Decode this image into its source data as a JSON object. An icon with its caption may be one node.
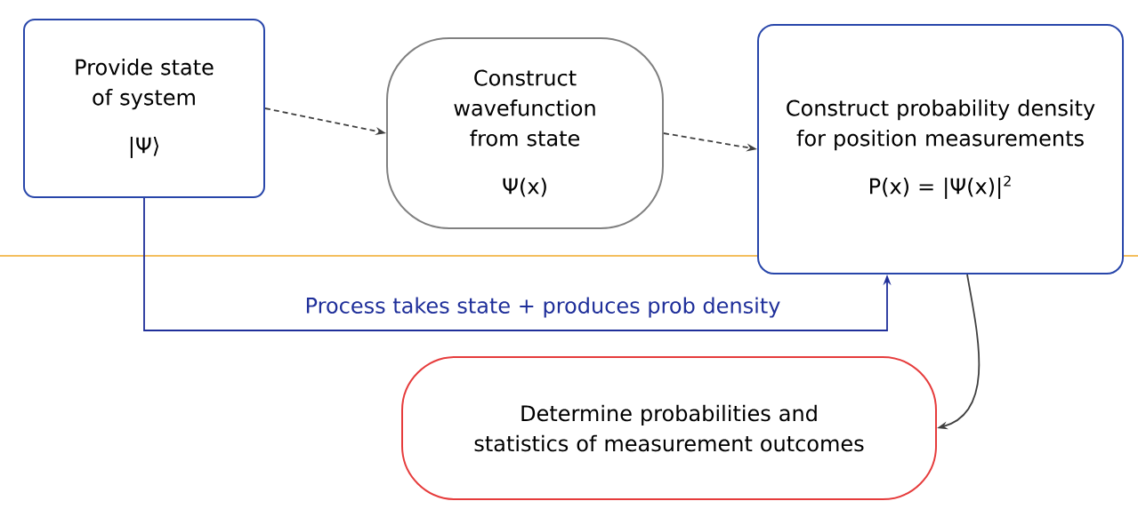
{
  "diagram": {
    "nodes": [
      {
        "text": [
          "Provide state of system",
          "|Ψ⟩"
        ]
      },
      {
        "text": [
          "Construct wavefunction from state",
          "Ψ(x)"
        ]
      },
      {
        "text": [
          "Construct probability density for position measurements",
          "P(x) = |Ψ(x)|$^{2}$"
        ]
      },
      {
        "text": [
          "Determine probabilities and statistics of measurement outcomes"
        ]
      }
    ],
    "edges": [
      {
        "from": 0,
        "to": 1,
        "arrow": "to",
        "style": "dashed"
      },
      {
        "from": 1,
        "to": 2,
        "arrow": "to",
        "style": "dashed"
      },
      {
        "from": 0,
        "to": 2,
        "arrow": "to",
        "label": "Process takes state + produces prob density",
        "color": "#1f2f9a"
      },
      {
        "from": 2,
        "to": 3,
        "arrow": "to"
      }
    ]
  }
}
